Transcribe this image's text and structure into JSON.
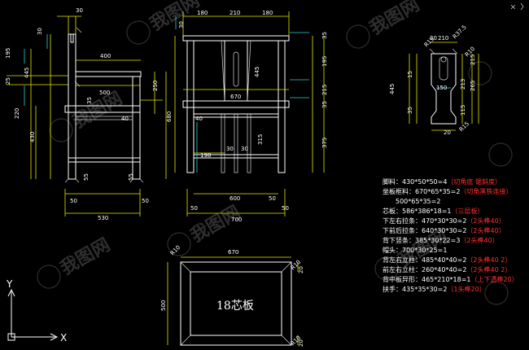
{
  "side_view": {
    "dims": [
      "30",
      "30",
      "400",
      "445",
      "500",
      "250",
      "220",
      "430",
      "55",
      "40",
      "55",
      "50",
      "50",
      "530",
      "35",
      "195",
      "25"
    ]
  },
  "front_view": {
    "dims": [
      "180",
      "210",
      "180",
      "30",
      "670",
      "445",
      "40",
      "680",
      "198",
      "30",
      "30",
      "315",
      "375",
      "600",
      "700",
      "50",
      "50",
      "195",
      "215",
      "35",
      "35",
      "50"
    ]
  },
  "detail_view": {
    "dims": [
      "30",
      "210",
      "R37.5",
      "R15",
      "R15",
      "R10",
      "445",
      "150",
      "15",
      "213",
      "215",
      "265",
      "115",
      "35",
      "20"
    ]
  },
  "bottom_view": {
    "dims": [
      "670",
      "500",
      "R10",
      "R10",
      "R10",
      "20",
      "20"
    ],
    "core_label": "18芯板"
  },
  "materials": [
    {
      "name": "脚料：430*50*50=4",
      "note": "（切角底 锯斜度）"
    },
    {
      "name": "坐板框料：670*65*35=2",
      "note": "（切角黑铁连接）"
    },
    {
      "name": "　　500*65*35=2",
      "note": ""
    },
    {
      "name": "芯板：586*386*18=1",
      "note": "（三层板）"
    },
    {
      "name": "下左右拉条：470*30*30=2",
      "note": "（2头榫40）"
    },
    {
      "name": "下前后拉条：640*30*30=2",
      "note": "（2头榫40）"
    },
    {
      "name": "背下竖条：385*30*22=3",
      "note": "（2头榫40）"
    },
    {
      "name": "帽头：700*30*25=1",
      "note": ""
    },
    {
      "name": "背左右立柱：485*40*40=2",
      "note": "（2头榫40 2）"
    },
    {
      "name": "前左右立柱：260*40*40=2",
      "note": "（2头榫40 2）"
    },
    {
      "name": "背中板异形：465*210*18=1",
      "note": "（上下透榫20）"
    },
    {
      "name": "扶手：435*35*30=2",
      "note": "（1头榫20）"
    }
  ],
  "axes": {
    "x_label": "X",
    "y_label": "Y"
  },
  "watermark_text": "我图网"
}
